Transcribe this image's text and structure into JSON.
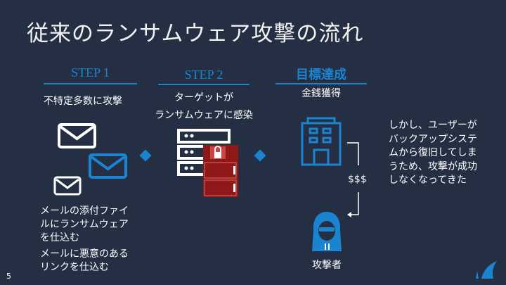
{
  "title": "従来のランサムウェア攻撃の流れ",
  "step1": {
    "label": "STEP 1",
    "subtitle": "不特定多数に攻撃",
    "desc1": [
      "メールの添付ファイ",
      "ルにランサムウェア",
      "を仕込む"
    ],
    "desc2": [
      "メールに悪意のある",
      "リンクを仕込む"
    ]
  },
  "step2": {
    "label": "STEP 2",
    "subtitle": [
      "ターゲットが",
      "ランサムウェアに感染"
    ]
  },
  "goal": {
    "label": "目標達成",
    "subtitle": "金銭獲得",
    "money": "$$$",
    "attacker": "攻撃者"
  },
  "note": [
    "しかし、ユーザーが",
    "バックアップシステ",
    "ムから復旧してしま",
    "うため、攻撃が成功",
    "しなくなってきた"
  ],
  "page_number": "5",
  "colors": {
    "background": "#252f44",
    "accent": "#1a84d0",
    "ransom": "#9b1b1b"
  }
}
